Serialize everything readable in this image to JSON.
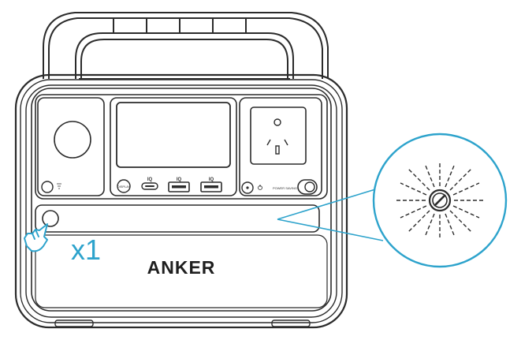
{
  "device": {
    "brand_logo": "ANKER",
    "labels": {
      "display": "DISPLAY",
      "pd_port": "IQ",
      "usb_port_1": "IQ",
      "usb_port_2": "IQ",
      "power_saving": "POWER SAVING"
    },
    "icons": [
      "lamp-icon",
      "power-icon",
      "ac-outlet-icon",
      "led-light-icon",
      "hand-press-icon"
    ]
  },
  "instruction": {
    "press_count": "x1"
  },
  "colors": {
    "outline": "#2b2b2b",
    "accent": "#2da3cc",
    "background": "#ffffff"
  }
}
